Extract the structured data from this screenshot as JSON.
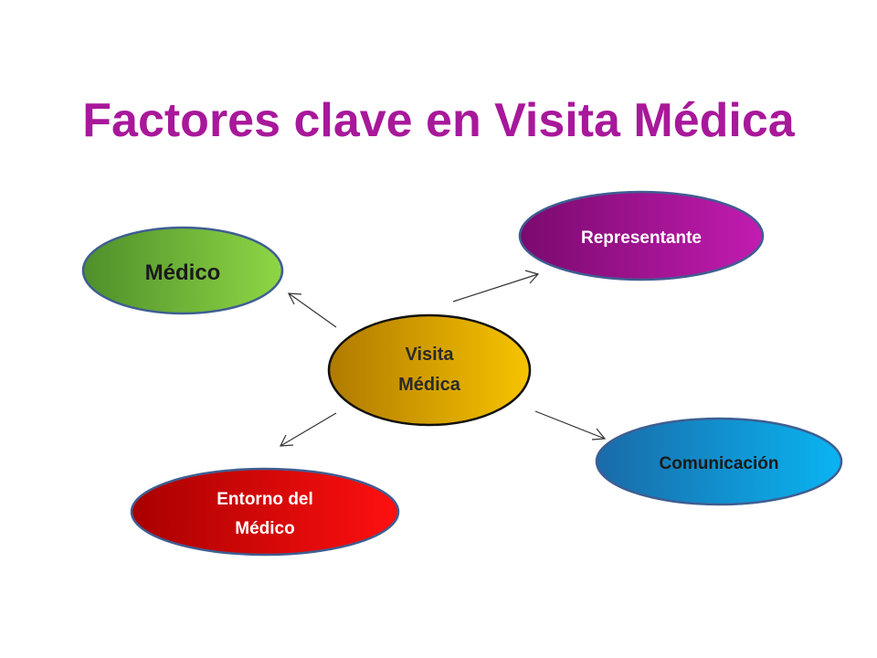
{
  "title": "Factores clave en Visita Médica",
  "colors": {
    "title": "#a8189a",
    "outline": "#3e5e92",
    "center_outline": "#111111",
    "arrow": "#333333"
  },
  "diagram": {
    "center": {
      "line1": "Visita",
      "line2": "Médica"
    },
    "nodes": {
      "medico": {
        "label": "Médico"
      },
      "representante": {
        "label": "Representante"
      },
      "comunicacion": {
        "label": "Comunicación"
      },
      "entorno": {
        "line1": "Entorno del",
        "line2": "Médico"
      }
    }
  }
}
